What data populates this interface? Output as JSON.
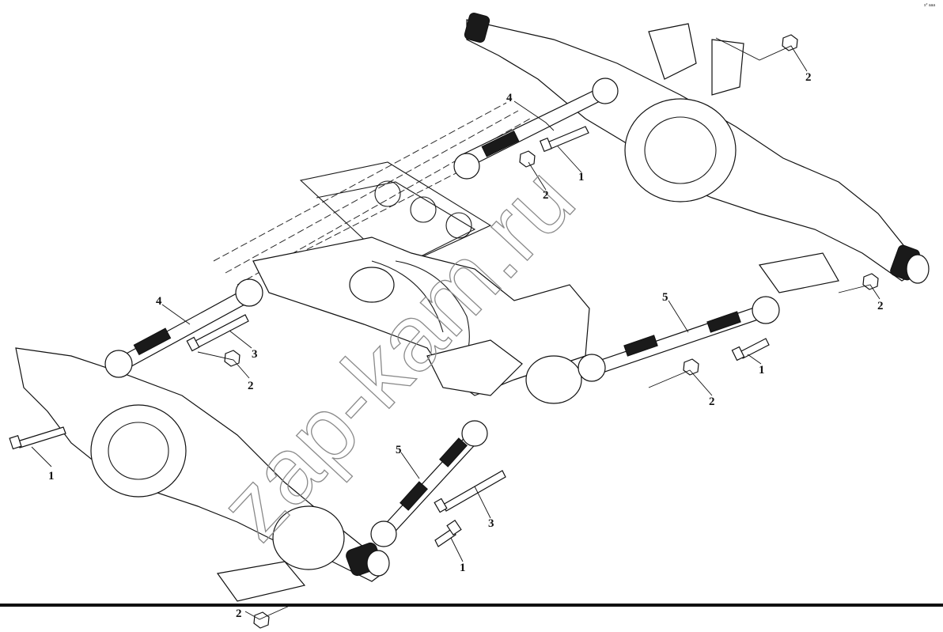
{
  "watermark": "zap-kam.ru",
  "corner_mark": "s* aaa",
  "callouts": [
    {
      "id": "nut-top-right",
      "text": "2"
    },
    {
      "id": "rod-upper-right",
      "text": "4"
    },
    {
      "id": "bolt-upper",
      "text": "1"
    },
    {
      "id": "nut-upper-mid",
      "text": "2"
    },
    {
      "id": "rod-upper-left",
      "text": "4"
    },
    {
      "id": "long-bolt-left",
      "text": "3"
    },
    {
      "id": "nut-left",
      "text": "2"
    },
    {
      "id": "bolt-far-left",
      "text": "1"
    },
    {
      "id": "rod-lower-right",
      "text": "5"
    },
    {
      "id": "nut-right",
      "text": "2"
    },
    {
      "id": "bolt-right",
      "text": "1"
    },
    {
      "id": "nut-lower-mid",
      "text": "2"
    },
    {
      "id": "rod-lower-left",
      "text": "5"
    },
    {
      "id": "long-bolt-lower",
      "text": "3"
    },
    {
      "id": "bolt-lower",
      "text": "1"
    },
    {
      "id": "nut-bottom",
      "text": "2"
    }
  ]
}
